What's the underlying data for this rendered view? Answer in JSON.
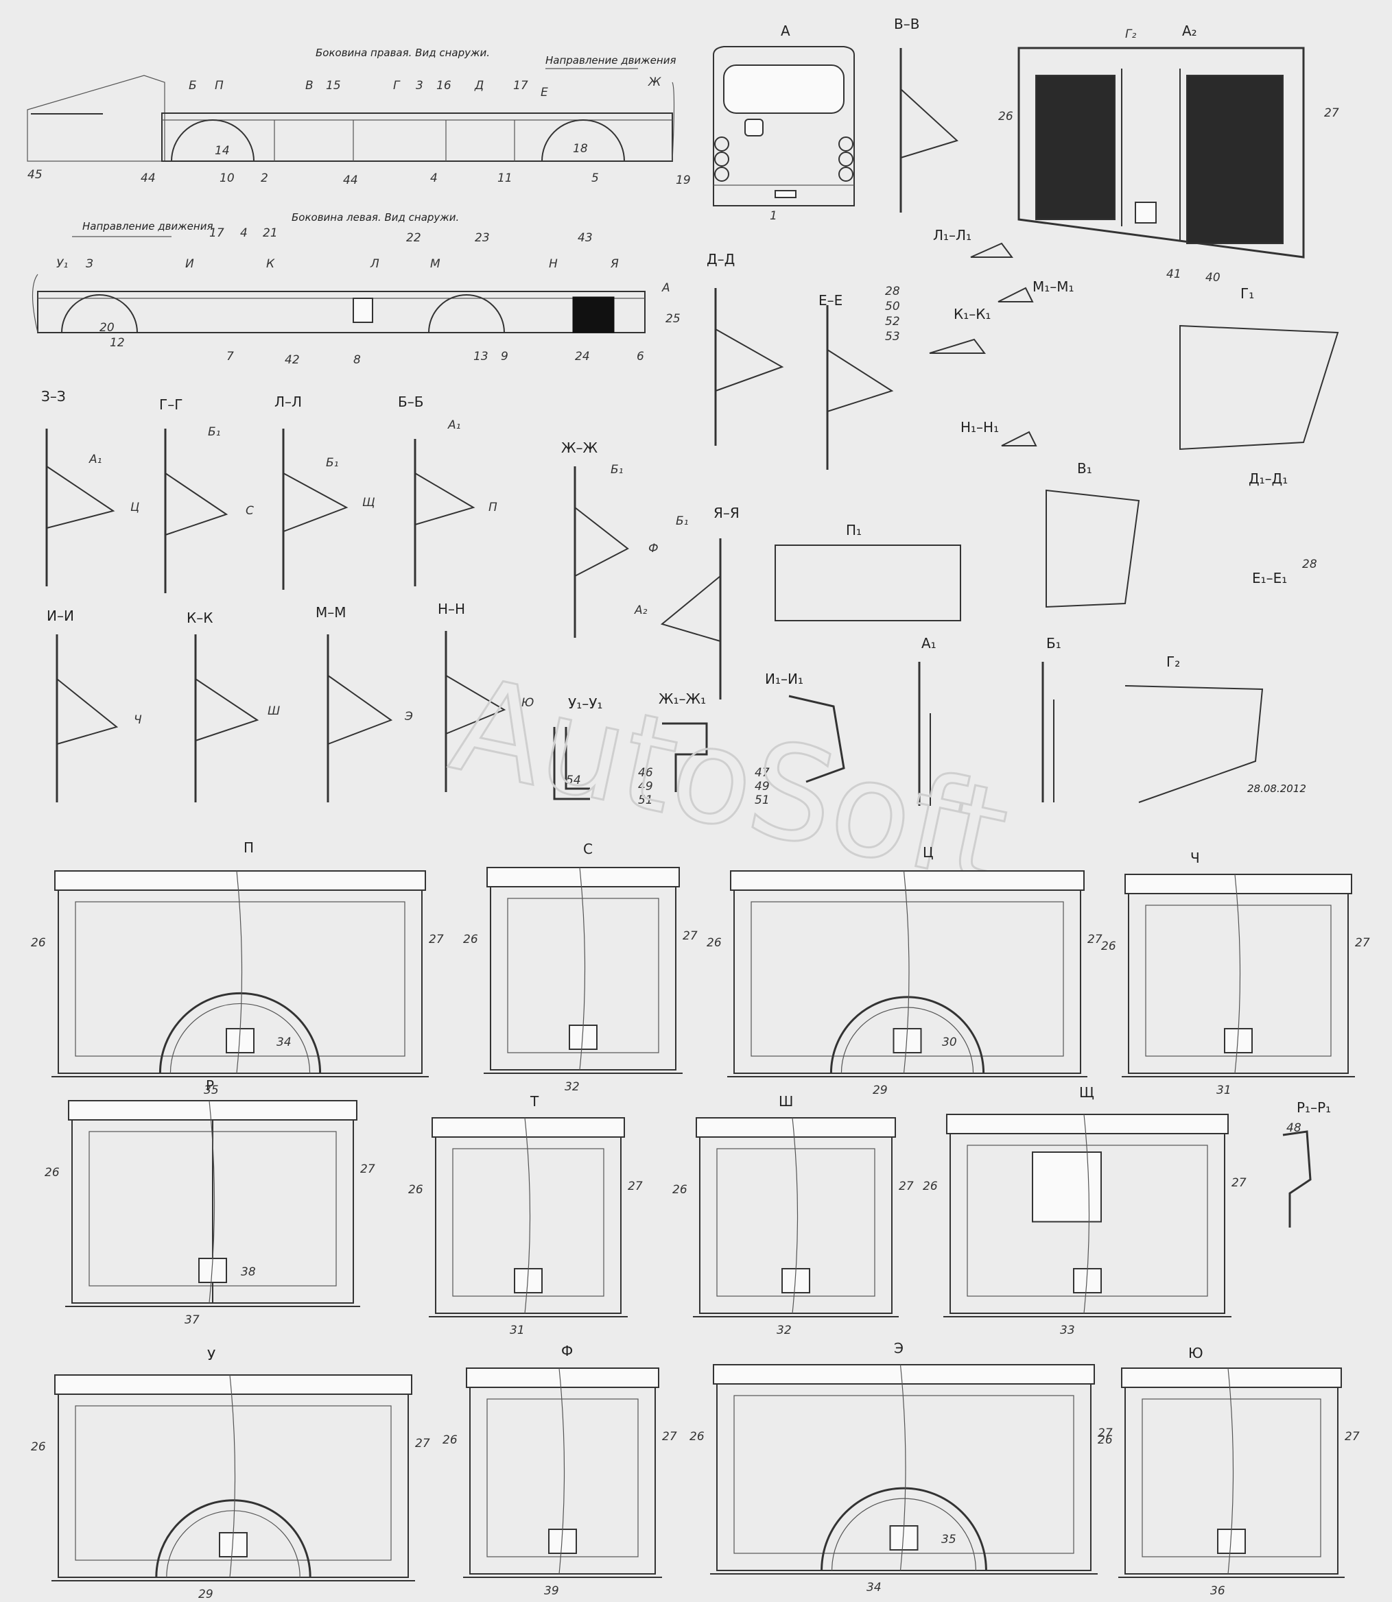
{
  "titles": {
    "right_side": "Боковина правая. Вид снаружи.",
    "left_side": "Боковина левая. Вид снаружи.",
    "direction": "Направление движения"
  },
  "watermark": "AutoSoft",
  "date_stamp": "28.08.2012",
  "views": {
    "A": "А",
    "VV": "В–В",
    "A2": "А₂",
    "L1L1": "Л₁–Л₁",
    "M1M1": "М₁–М₁",
    "K1K1": "К₁–К₁",
    "G1": "Г₁",
    "N1N1": "Н₁–Н₁",
    "DD": "Д–Д",
    "EE": "Е–Е",
    "ZZ": "З–З",
    "GG": "Г–Г",
    "LL": "Л–Л",
    "BB": "Б–Б",
    "ZhZh": "Ж–Ж",
    "YaYa": "Я–Я",
    "P1": "П₁",
    "V1": "В₁",
    "D1D1": "Д₁–Д₁",
    "E1E1": "Е₁–Е₁",
    "II": "И–И",
    "KK": "К–К",
    "MM": "М–М",
    "NN": "Н–Н",
    "U1U1": "У₁–У₁",
    "Zh1Zh1": "Ж₁–Ж₁",
    "I1I1": "И₁–И₁",
    "A1": "А₁",
    "B1": "Б₁",
    "G2": "Г₂",
    "P": "П",
    "S": "С",
    "Ts": "Ц",
    "Ch": "Ч",
    "R": "Р",
    "T": "Т",
    "Sh": "Ш",
    "Shch": "Щ",
    "R1R1": "Р₁–Р₁",
    "U": "У",
    "F": "Ф",
    "E": "Э",
    "Yu": "Ю"
  },
  "detail_labels": {
    "a1": "А₁",
    "b1": "Б₁",
    "ts": "Ц",
    "s": "С",
    "shch": "Щ",
    "p": "П",
    "ch": "Ч",
    "sh": "Ш",
    "e": "Э",
    "yu": "Ю",
    "f": "Ф",
    "a2": "А₂",
    "t": "Т",
    "r": "Р",
    "g2": "Г₂",
    "m1": "М₁",
    "n1": "Н₁",
    "k1": "К₁",
    "l1": "Л₁",
    "i1": "И₁",
    "zh1": "Ж₁",
    "d1": "Д₁",
    "e1": "Е₁",
    "r1": "Р₁",
    "v1": "В₁",
    "g1": "Г₁"
  },
  "right_side_letters": [
    "Б",
    "П",
    "В",
    "Г",
    "Д",
    "Е",
    "Ж"
  ],
  "right_side_numbers": [
    "15",
    "3",
    "16",
    "17",
    "14",
    "10",
    "2",
    "44",
    "4",
    "11",
    "5",
    "19",
    "18",
    "45",
    "44"
  ],
  "left_side_letters": [
    "У₁",
    "З",
    "И",
    "К",
    "Л",
    "М",
    "Н",
    "Я",
    "А"
  ],
  "left_side_numbers": [
    "17",
    "4",
    "21",
    "22",
    "23",
    "43",
    "20",
    "12",
    "7",
    "42",
    "8",
    "13",
    "9",
    "24",
    "6",
    "25"
  ],
  "bolt_numbers": [
    "28",
    "50",
    "52",
    "53"
  ],
  "seal_numbers": {
    "zh1": [
      "46",
      "49",
      "51"
    ],
    "i1": [
      "47",
      "49",
      "51"
    ],
    "u1": "54",
    "r1": "48"
  },
  "panel_numbers": {
    "P": [
      "26",
      "27",
      "35",
      "34"
    ],
    "S": [
      "26",
      "27",
      "32"
    ],
    "Ts": [
      "26",
      "27",
      "29",
      "30"
    ],
    "Ch": [
      "26",
      "27",
      "31"
    ],
    "R": [
      "26",
      "27",
      "37",
      "38"
    ],
    "T": [
      "26",
      "27",
      "31"
    ],
    "Sh": [
      "26",
      "27",
      "32"
    ],
    "Shch": [
      "26",
      "27",
      "33"
    ],
    "U": [
      "26",
      "27",
      "29"
    ],
    "F": [
      "26",
      "27",
      "39"
    ],
    "E": [
      "26",
      "27",
      "34",
      "35"
    ],
    "Yu": [
      "26",
      "27",
      "36"
    ],
    "A2": [
      "26",
      "27",
      "41",
      "40"
    ],
    "A": "1",
    "D1": "28"
  }
}
